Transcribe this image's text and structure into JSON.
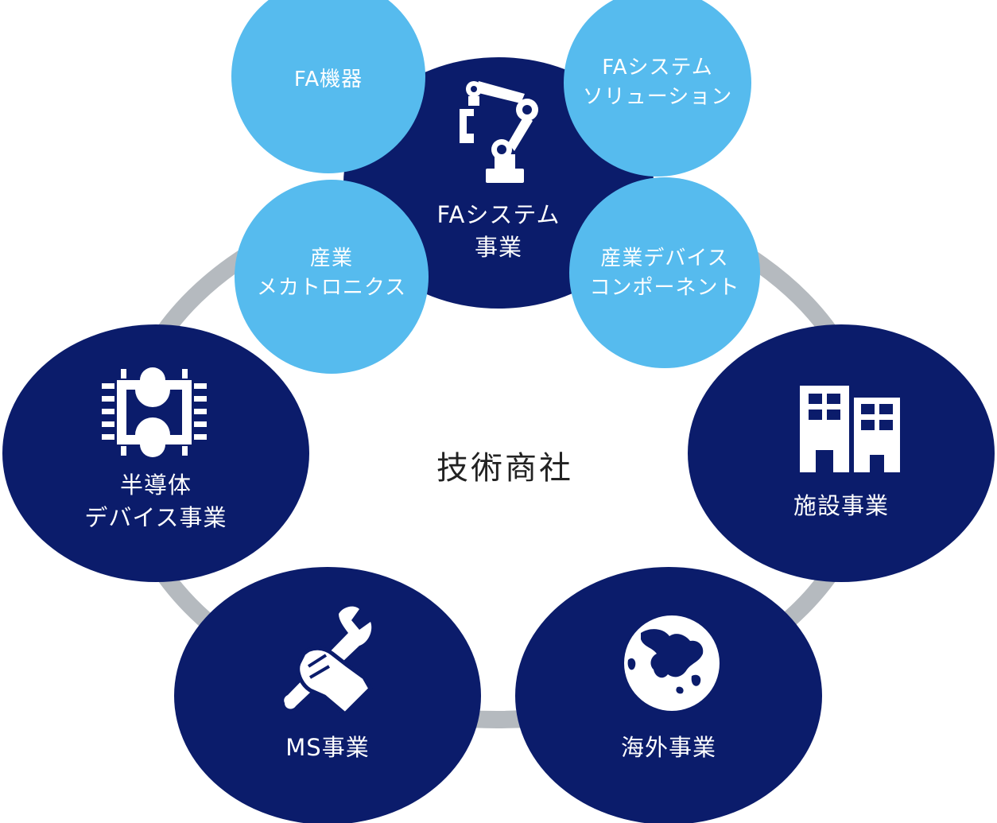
{
  "center_label": "技術商社",
  "colors": {
    "navy": "#0b1c6b",
    "light_blue": "#56bbee",
    "ring_gray": "#b5babf",
    "background": "#ffffff",
    "center_text": "#222222"
  },
  "segments": {
    "fa_system": {
      "lines": [
        "FAシステム",
        "事業"
      ],
      "icon": "robot-arm-icon",
      "color": "navy"
    },
    "facility": {
      "lines": [
        "施設事業"
      ],
      "icon": "building-icon",
      "color": "navy"
    },
    "overseas": {
      "lines": [
        "海外事業"
      ],
      "icon": "globe-icon",
      "color": "navy"
    },
    "ms": {
      "lines": [
        "MS事業"
      ],
      "icon": "wrench-hand-icon",
      "color": "navy"
    },
    "semiconductor": {
      "lines": [
        "半導体",
        "デバイス事業"
      ],
      "icon": "chip-icon",
      "color": "navy"
    }
  },
  "sub_segments": {
    "fa_equipment": {
      "lines": [
        "FA機器"
      ],
      "color": "light_blue"
    },
    "fa_solution": {
      "lines": [
        "FAシステム",
        "ソリューション"
      ],
      "color": "light_blue"
    },
    "mechatronics": {
      "lines": [
        "産業",
        "メカトロニクス"
      ],
      "color": "light_blue"
    },
    "device_component": {
      "lines": [
        "産業デバイス",
        "コンポーネント"
      ],
      "color": "light_blue"
    }
  }
}
